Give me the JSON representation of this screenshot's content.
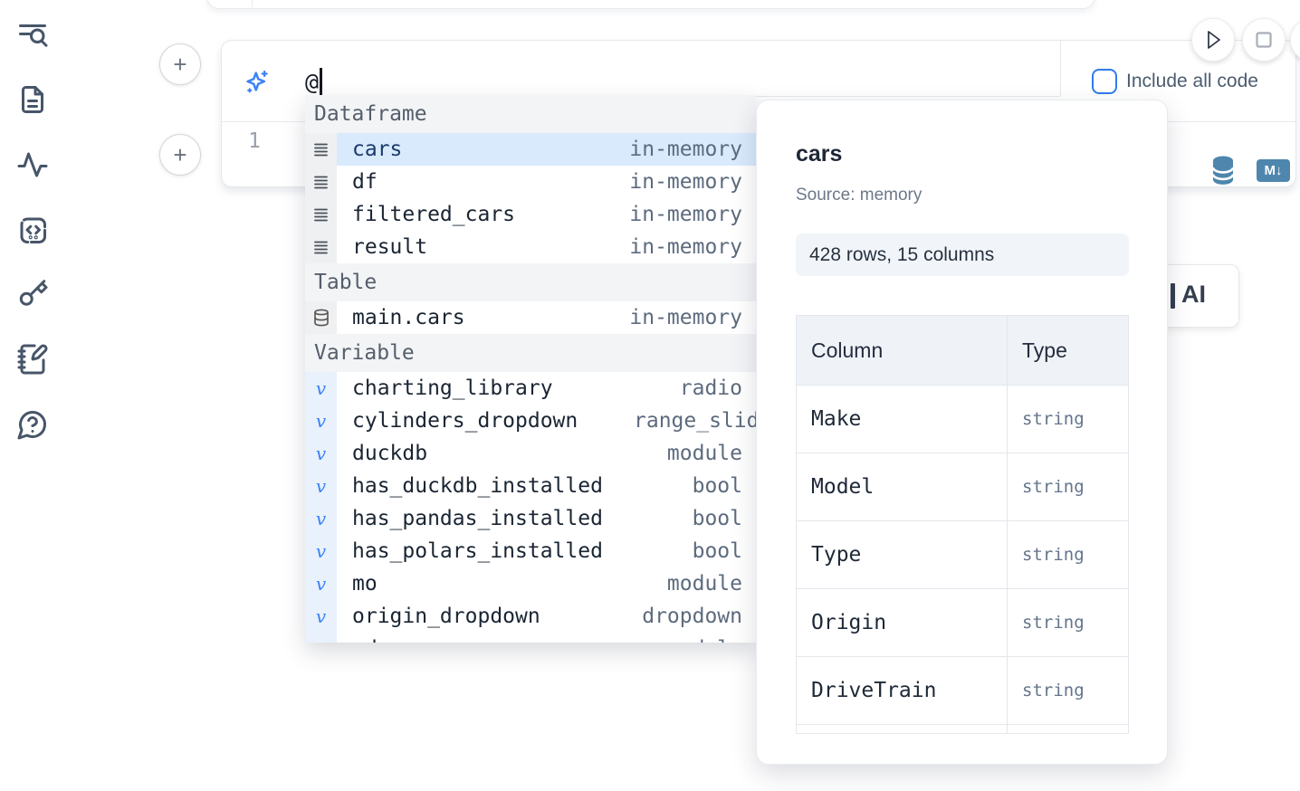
{
  "sidebar": {
    "icons": [
      "text-search",
      "file-document",
      "activity",
      "code-block",
      "key",
      "notebook-pen",
      "help-chat"
    ]
  },
  "toolbar": {
    "add_button_label": "+",
    "include_all_code_label": "Include all code",
    "include_all_code_checked": false
  },
  "prompt_cell": {
    "value": "@",
    "sparkle_icon": "ai-sparkle"
  },
  "code_cell": {
    "line_number": "1",
    "actions": {
      "database_icon": "datasource",
      "markdown_badge": "M↓"
    }
  },
  "autocomplete": {
    "section_labels": {
      "dataframe": "Dataframe",
      "table": "Table",
      "variable": "Variable"
    },
    "rows": [
      {
        "name": "cars",
        "type": "in-memory",
        "kind": "dataframe",
        "selected": true
      },
      {
        "name": "df",
        "type": "in-memory",
        "kind": "dataframe"
      },
      {
        "name": "filtered_cars",
        "type": "in-memory",
        "kind": "dataframe"
      },
      {
        "name": "result",
        "type": "in-memory",
        "kind": "dataframe"
      },
      {
        "name": "main.cars",
        "type": "in-memory",
        "kind": "table"
      },
      {
        "name": "charting_library",
        "type": "radio",
        "kind": "variable"
      },
      {
        "name": "cylinders_dropdown",
        "type": "range_slider",
        "kind": "variable",
        "type_clipped": true
      },
      {
        "name": "duckdb",
        "type": "module",
        "kind": "variable"
      },
      {
        "name": "has_duckdb_installed",
        "type": "bool",
        "kind": "variable"
      },
      {
        "name": "has_pandas_installed",
        "type": "bool",
        "kind": "variable"
      },
      {
        "name": "has_polars_installed",
        "type": "bool",
        "kind": "variable"
      },
      {
        "name": "mo",
        "type": "module",
        "kind": "variable"
      },
      {
        "name": "origin_dropdown",
        "type": "dropdown",
        "kind": "variable"
      },
      {
        "name": "pd",
        "type": "module",
        "kind": "variable",
        "partially_visible": true
      }
    ]
  },
  "preview": {
    "title": "cars",
    "source": "Source: memory",
    "shape_badge": "428 rows, 15 columns",
    "table_headers": {
      "column": "Column",
      "type": "Type"
    },
    "columns": [
      {
        "name": "Make",
        "type": "string"
      },
      {
        "name": "Model",
        "type": "string"
      },
      {
        "name": "Type",
        "type": "string"
      },
      {
        "name": "Origin",
        "type": "string"
      },
      {
        "name": "DriveTrain",
        "type": "string"
      }
    ]
  },
  "ai_button": {
    "label": "AI"
  },
  "colors": {
    "accent_blue": "#3b82f6",
    "steel_blue": "#4e86ad",
    "selected_row_bg": "#d8eafc",
    "selected_row_text": "#1b3a6b",
    "muted_text": "#5d6b7e",
    "section_header_bg": "#f3f4f6",
    "badge_bg": "#f1f5f9"
  }
}
